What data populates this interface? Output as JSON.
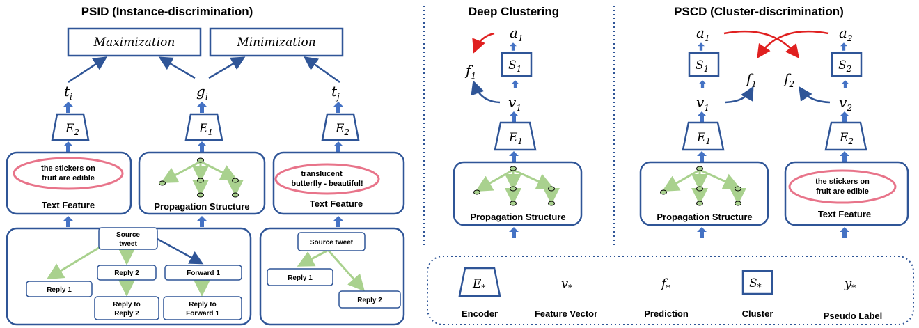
{
  "titles": {
    "psid": "PSID (Instance-discrimination)",
    "deep": "Deep Clustering",
    "pscd": "PSCD (Cluster-discrimination)"
  },
  "objectives": {
    "max": "Maximization",
    "min": "Minimization"
  },
  "vars": {
    "t": "t",
    "g": "g",
    "i": "i",
    "j": "j",
    "a": "a",
    "f": "f",
    "v": "v",
    "s": "S",
    "e": "E",
    "one": "1",
    "two": "2"
  },
  "features": {
    "text": "Text Feature",
    "prop": "Propagation Structure"
  },
  "bubbles": {
    "b1_line1": "the stickers on",
    "b1_line2": "fruit are edible",
    "b2_line1": "translucent",
    "b2_line2": "butterfly - beautiful!"
  },
  "tree1": {
    "source_l1": "Source",
    "source_l2": "tweet",
    "reply1": "Reply 1",
    "reply2": "Reply 2",
    "forward1": "Forward 1",
    "rr2_l1": "Reply to",
    "rr2_l2": "Reply 2",
    "rf1_l1": "Reply to",
    "rf1_l2": "Forward 1"
  },
  "tree2": {
    "source": "Source tweet",
    "reply1": "Reply 1",
    "reply2": "Reply 2"
  },
  "legend": {
    "encoder": "Encoder",
    "feature_vector": "Feature Vector",
    "prediction": "Prediction",
    "cluster": "Cluster",
    "pseudo_label": "Pseudo Label",
    "sym_e": "E",
    "sym_v": "v",
    "sym_f": "f",
    "sym_s": "S",
    "sym_y": "y",
    "star": "*"
  },
  "colors": {
    "blue": "#2F5597",
    "arrow_blue": "#4472C4",
    "green": "#A9D18E",
    "red": "#E02020",
    "pink": "#E8748A"
  }
}
